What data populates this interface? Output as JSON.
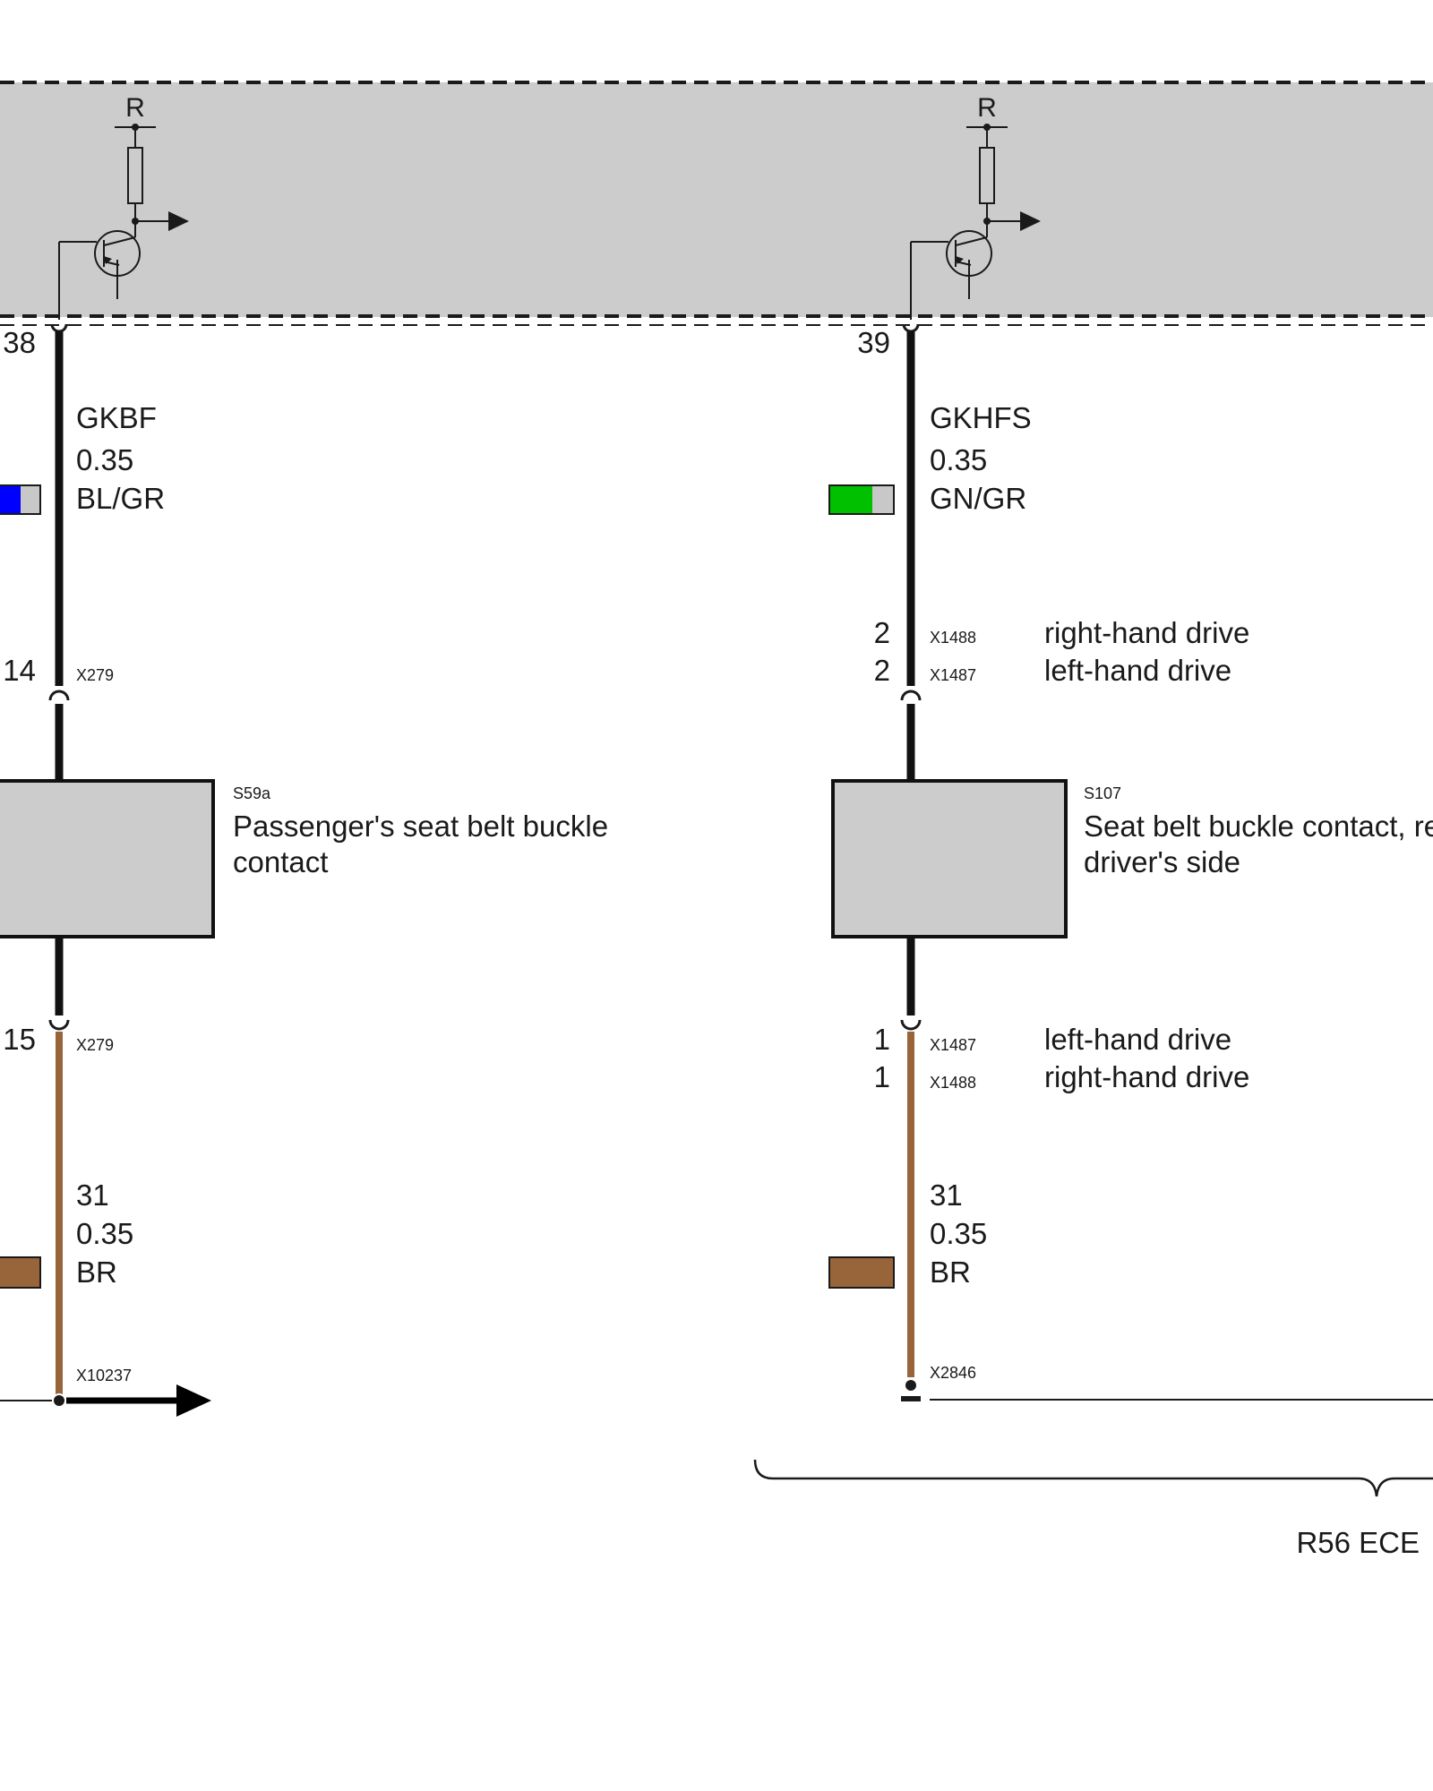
{
  "control_unit": {
    "fill": "#cccccc",
    "left_transistor": {
      "supply_label": "R"
    },
    "right_transistor": {
      "supply_label": "R"
    }
  },
  "left_circuit": {
    "top_pin": "38",
    "signal_wire": {
      "name": "GKBF",
      "size": "0.35",
      "color": "BL/GR",
      "swatch_primary": "#0000ff",
      "swatch_secondary": "#c8c8c8"
    },
    "upper_connector": {
      "pin": "14",
      "id": "X279"
    },
    "component": {
      "id": "S59a",
      "name_line1": "Passenger's seat belt buckle",
      "name_line2": "contact"
    },
    "lower_connector": {
      "pin": "15",
      "id": "X279"
    },
    "ground_wire": {
      "name": "31",
      "size": "0.35",
      "color": "BR",
      "swatch": "#98653a"
    },
    "ground_point": "X10237"
  },
  "right_circuit": {
    "top_pin": "39",
    "signal_wire": {
      "name": "GKHFS",
      "size": "0.35",
      "color": "GN/GR",
      "swatch_primary": "#00c000",
      "swatch_secondary": "#c8c8c8"
    },
    "upper_connectors": [
      {
        "pin": "2",
        "id": "X1488",
        "note": "right-hand drive"
      },
      {
        "pin": "2",
        "id": "X1487",
        "note": "left-hand drive"
      }
    ],
    "component": {
      "id": "S107",
      "name_line1": "Seat belt buckle contact, re",
      "name_line2": "driver's side"
    },
    "lower_connectors": [
      {
        "pin": "1",
        "id": "X1487",
        "note": "left-hand drive"
      },
      {
        "pin": "1",
        "id": "X1488",
        "note": "right-hand drive"
      }
    ],
    "ground_wire": {
      "name": "31",
      "size": "0.35",
      "color": "BR",
      "swatch": "#98653a"
    },
    "ground_point": "X2846"
  },
  "variant_label": "R56 ECE"
}
